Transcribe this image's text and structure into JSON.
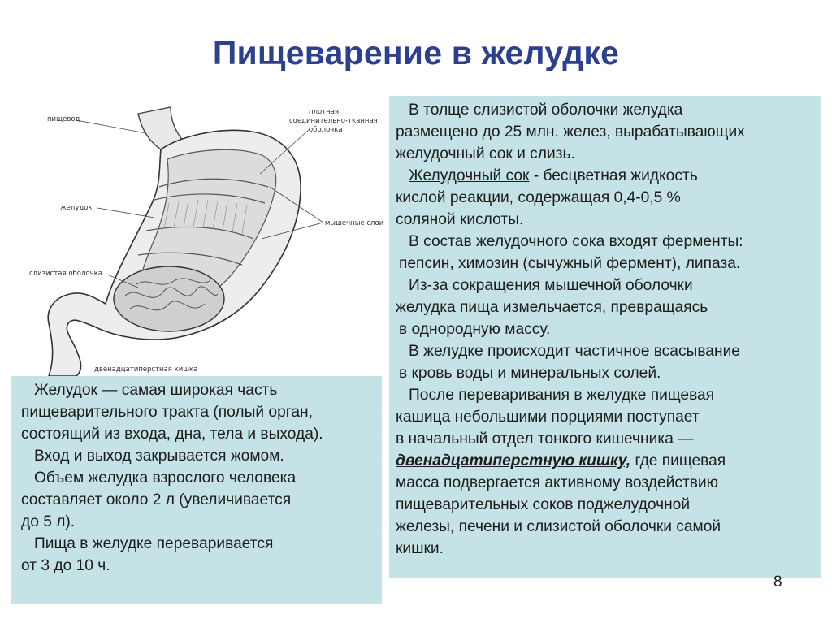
{
  "slide": {
    "title": "Пищеварение в желудке",
    "page_number": "8"
  },
  "diagram": {
    "labels": {
      "esophagus": "пищевод",
      "dense_tissue_line1": "плотная",
      "dense_tissue_line2": "соединительно-тканная",
      "dense_tissue_line3": "оболочка",
      "stomach": "желудок",
      "muscle_layers": "мышечные слои",
      "mucosa": "слизистая оболочка",
      "duodenum": "двенадцатиперстная кишка"
    }
  },
  "right_box": {
    "p1": {
      "l1": "В толще слизистой оболочки желудка",
      "l2": "размещено до 25 млн. желез, вырабатывающих",
      "l3": "желудочный сок и слизь."
    },
    "p2": {
      "term": "Желудочный сок",
      "l1_rest": " - бесцветная жидкость",
      "l2": "кислой реакции, содержащая 0,4-0,5 %",
      "l3": "соляной кислоты."
    },
    "p3": {
      "l1": "В состав желудочного сока входят ферменты:",
      "l2": "пепсин, химозин (сычужный фермент), липаза."
    },
    "p4": {
      "l1": "Из-за сокращения мышечной оболочки",
      "l2": "желудка пища измельчается, превращаясь",
      "l3": "в однородную массу."
    },
    "p5": {
      "l1": "В желудке происходит частичное всасывание",
      "l2": "в кровь воды и минеральных солей."
    },
    "p6": {
      "l1": "После переваривания в желудке пищевая",
      "l2": "кашица небольшими порциями поступает",
      "l3": "в начальный отдел тонкого кишечника —",
      "l4_term": "двенадцатиперстную кишку,",
      "l4_rest": " где пищевая",
      "l5": "масса подвергается активному воздействию",
      "l6": "пищеварительных соков поджелудочной",
      "l7": "железы, печени и слизистой оболочки самой",
      "l8": "кишки."
    }
  },
  "left_box": {
    "p1": {
      "term": "Желудок",
      "l1_rest": " — самая широкая часть",
      "l2": "пищеварительного тракта (полый орган,",
      "l3": "состоящий из входа, дна, тела и выхода)."
    },
    "p2": {
      "l1": "Вход и выход закрывается жомом."
    },
    "p3": {
      "l1": "Объем желудка взрослого человека",
      "l2": "составляет около 2 л (увеличивается",
      "l3": "до 5 л)."
    },
    "p4": {
      "l1": "Пища в желудке переваривается",
      "l2": "от 3 до 10 ч."
    }
  },
  "colors": {
    "title": "#2d3f8f",
    "box_fill": "#c5e3e6",
    "text": "#1c1c1c"
  }
}
